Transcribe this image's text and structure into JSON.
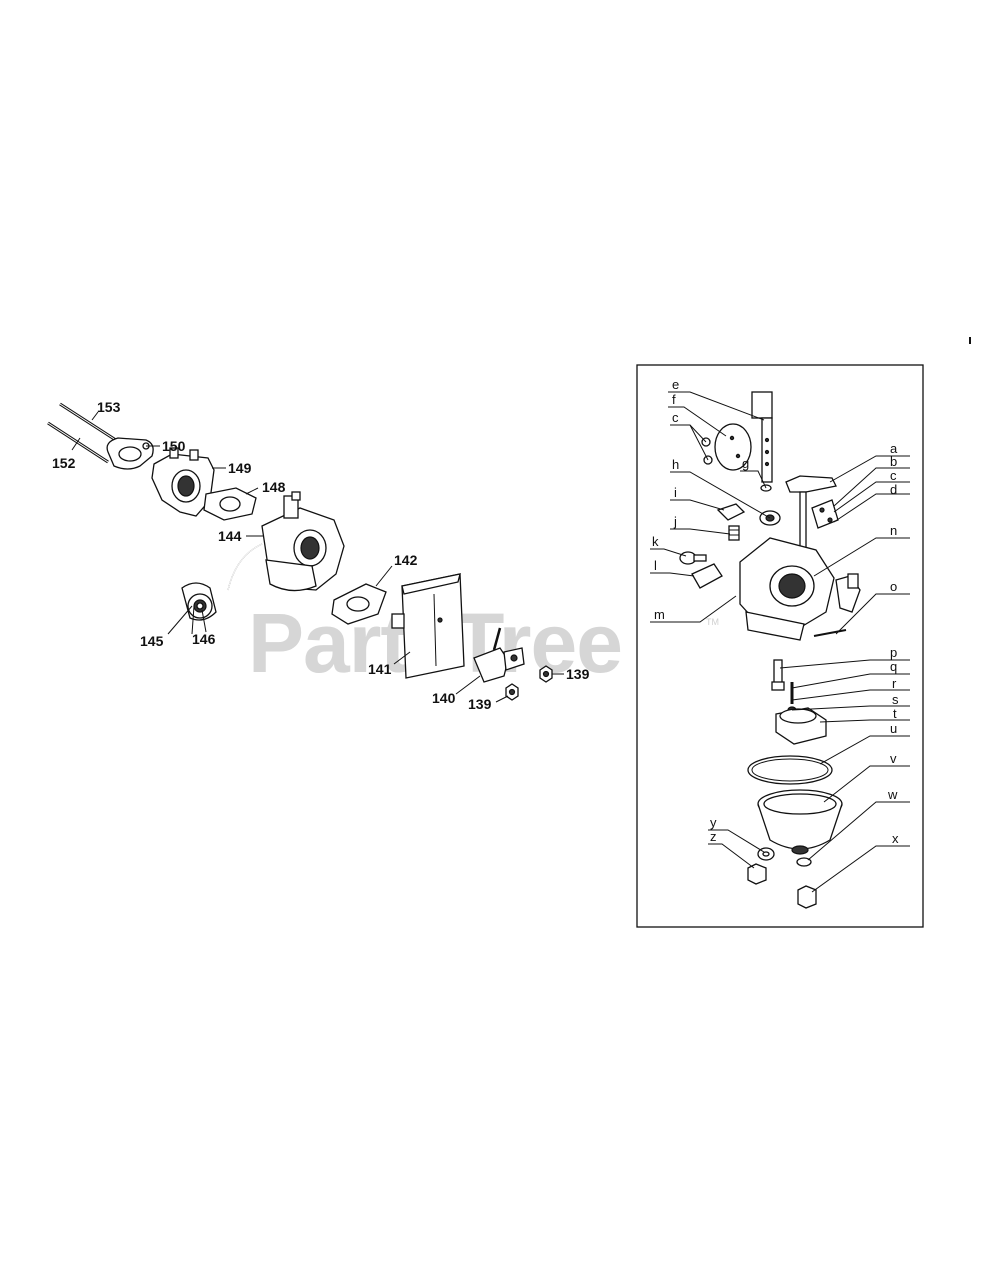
{
  "watermark": {
    "text": "PartsTree",
    "trademark": "TM"
  },
  "main_labels": [
    "153",
    "152",
    "150",
    "149",
    "148",
    "144",
    "142",
    "145",
    "146",
    "141",
    "140",
    "139",
    "139"
  ],
  "inset_labels": [
    "e",
    "f",
    "c",
    "g",
    "h",
    "i",
    "j",
    "k",
    "l",
    "m",
    "a",
    "b",
    "c",
    "d",
    "n",
    "o",
    "p",
    "q",
    "r",
    "s",
    "t",
    "u",
    "v",
    "w",
    "y",
    "z",
    "x"
  ],
  "colors": {
    "line": "#111111",
    "watermark": "#d6d6d6",
    "background": "#ffffff"
  }
}
